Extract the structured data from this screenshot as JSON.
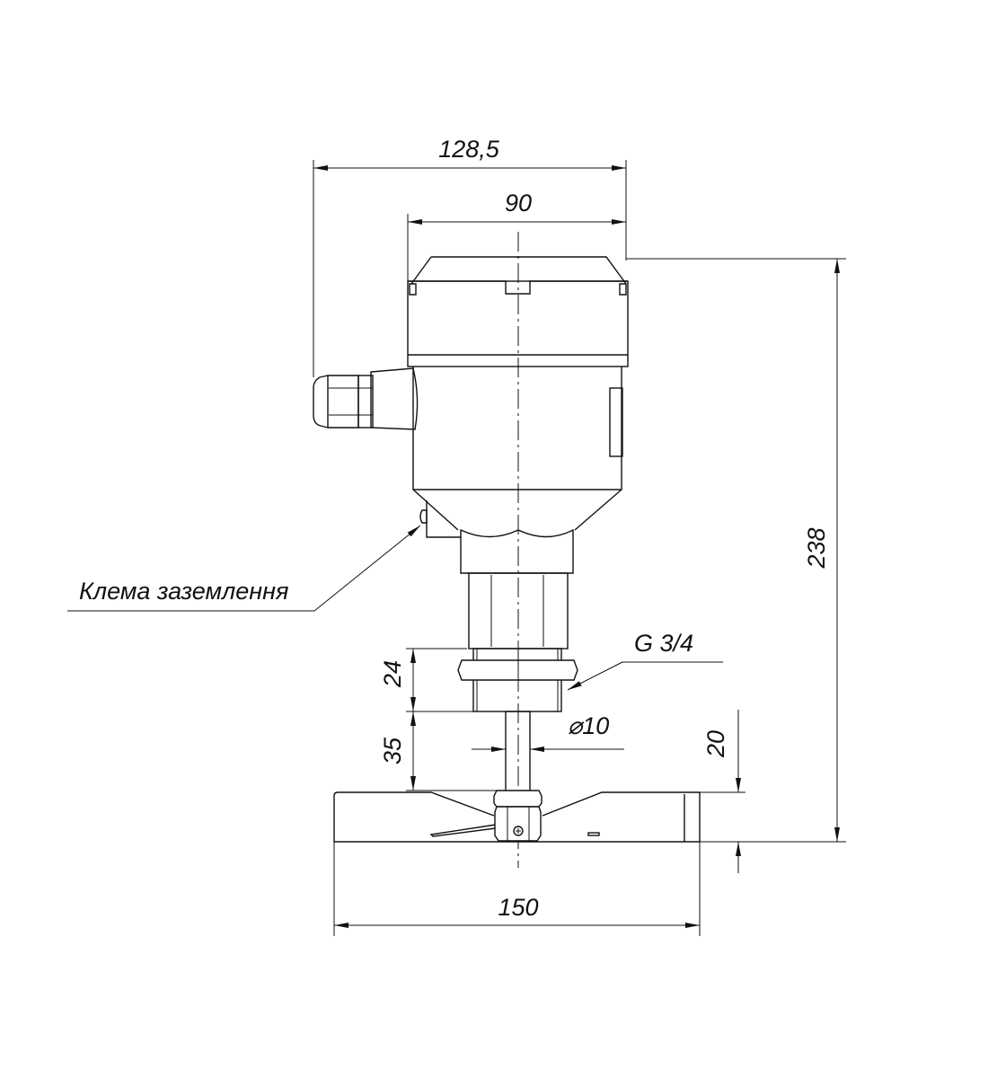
{
  "dimensions": {
    "overall_width": "128,5",
    "housing_width": "90",
    "overall_height": "238",
    "nut_height": "24",
    "rod_length": "35",
    "rod_diameter": "⌀10",
    "vane_height": "20",
    "vane_width": "150"
  },
  "labels": {
    "thread": "G 3/4",
    "ground_terminal": "Клема заземлення"
  },
  "colors": {
    "line": "#111111",
    "background": "#ffffff"
  }
}
